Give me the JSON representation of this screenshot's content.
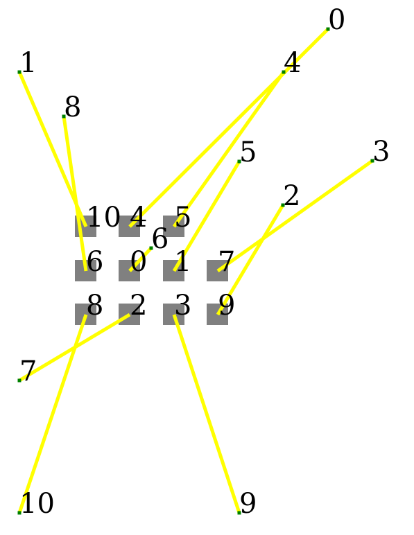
{
  "colors": {
    "background": "#ffffff",
    "wire": "#ffff00",
    "block": "#808080",
    "pin": "#008000",
    "text": "#000000"
  },
  "blocks": [
    {
      "id": "10",
      "label": "10"
    },
    {
      "id": "4",
      "label": "4"
    },
    {
      "id": "5",
      "label": "5"
    },
    {
      "id": "6",
      "label": "6"
    },
    {
      "id": "0",
      "label": "0"
    },
    {
      "id": "1",
      "label": "1"
    },
    {
      "id": "7",
      "label": "7"
    },
    {
      "id": "8",
      "label": "8"
    },
    {
      "id": "2",
      "label": "2"
    },
    {
      "id": "3",
      "label": "3"
    },
    {
      "id": "9",
      "label": "9"
    }
  ],
  "pins": [
    {
      "id": "0",
      "label": "0"
    },
    {
      "id": "1",
      "label": "1"
    },
    {
      "id": "2",
      "label": "2"
    },
    {
      "id": "3",
      "label": "3"
    },
    {
      "id": "4",
      "label": "4"
    },
    {
      "id": "5",
      "label": "5"
    },
    {
      "id": "6",
      "label": "6"
    },
    {
      "id": "7",
      "label": "7"
    },
    {
      "id": "8",
      "label": "8"
    },
    {
      "id": "9",
      "label": "9"
    },
    {
      "id": "10",
      "label": "10"
    }
  ],
  "connections": [
    {
      "pin": "0",
      "block": "4"
    },
    {
      "pin": "1",
      "block": "10"
    },
    {
      "pin": "2",
      "block": "9"
    },
    {
      "pin": "3",
      "block": "7"
    },
    {
      "pin": "4",
      "block": "5"
    },
    {
      "pin": "5",
      "block": "1"
    },
    {
      "pin": "6",
      "block": "0"
    },
    {
      "pin": "7",
      "block": "2"
    },
    {
      "pin": "8",
      "block": "6"
    },
    {
      "pin": "9",
      "block": "3"
    },
    {
      "pin": "10",
      "block": "8"
    }
  ]
}
